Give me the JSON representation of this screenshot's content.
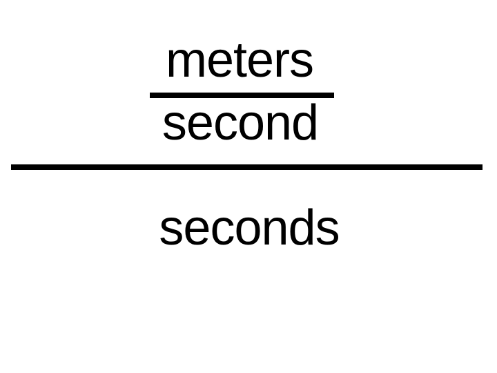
{
  "slide": {
    "background_color": "#ffffff",
    "text_color": "#000000",
    "expression": {
      "type": "compound-fraction",
      "meaning": "(meters per second) per seconds",
      "inner_numerator": "meters",
      "inner_denominator": "second",
      "outer_denominator": "seconds"
    }
  }
}
